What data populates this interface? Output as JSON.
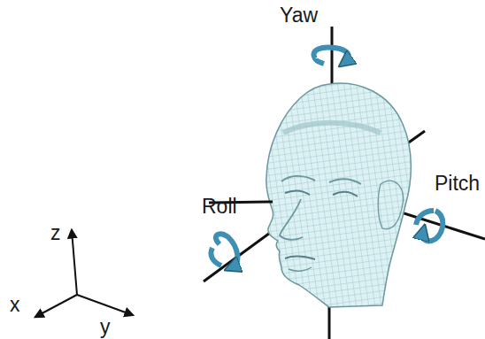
{
  "diagram": {
    "labels": [
      "Yaw",
      "Roll",
      "Pitch",
      "z",
      "x",
      "y"
    ]
  }
}
